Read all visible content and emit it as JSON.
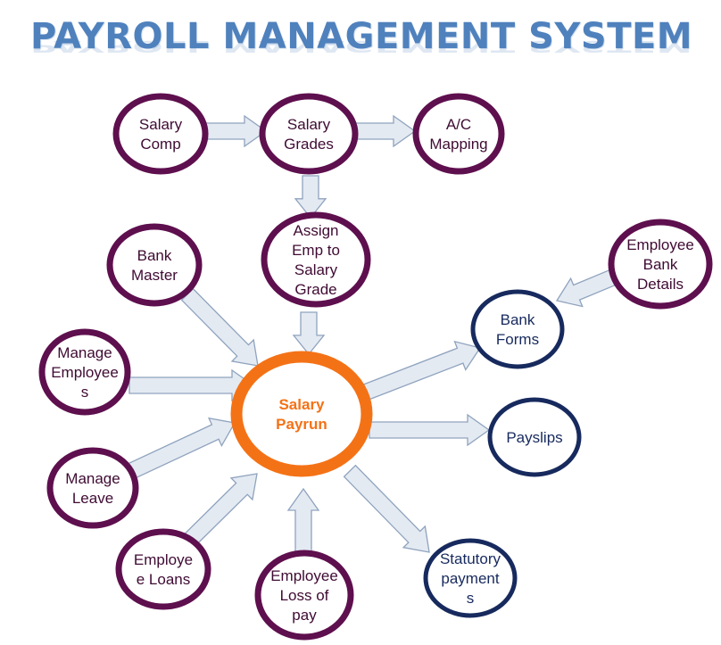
{
  "title": "PAYROLL MANAGEMENT SYSTEM",
  "colors": {
    "title": "#4F81BD",
    "input_ring": "#5E0F4E",
    "output_ring": "#172A5E",
    "center_ring": "#F47216",
    "center_text": "#F47216",
    "node_text": "#3F0B33",
    "output_text": "#172A5E",
    "arrow_fill": "#E4EAF2",
    "arrow_stroke": "#8FA3BE"
  },
  "nodes": [
    {
      "id": "salary-comp",
      "kind": "input",
      "lines": [
        "Salary",
        "Comp"
      ]
    },
    {
      "id": "salary-grades",
      "kind": "input",
      "lines": [
        "Salary",
        "Grades"
      ]
    },
    {
      "id": "ac-mapping",
      "kind": "input",
      "lines": [
        "A/C",
        "Mapping"
      ]
    },
    {
      "id": "assign-emp",
      "kind": "input",
      "lines": [
        "Assign",
        "Emp to",
        "Salary",
        "Grade"
      ]
    },
    {
      "id": "bank-master",
      "kind": "input",
      "lines": [
        "Bank",
        "Master"
      ]
    },
    {
      "id": "manage-employees",
      "kind": "input",
      "lines": [
        "Manage",
        "Employee",
        "s"
      ]
    },
    {
      "id": "manage-leave",
      "kind": "input",
      "lines": [
        "Manage",
        "Leave"
      ]
    },
    {
      "id": "employee-loans",
      "kind": "input",
      "lines": [
        "Employe",
        "e Loans"
      ]
    },
    {
      "id": "employee-loss-of-pay",
      "kind": "input",
      "lines": [
        "Employee",
        "Loss of",
        "pay"
      ]
    },
    {
      "id": "salary-payrun",
      "kind": "center",
      "lines": [
        "Salary",
        "Payrun"
      ]
    },
    {
      "id": "employee-bank-details",
      "kind": "input",
      "lines": [
        "Employee",
        "Bank",
        "Details"
      ]
    },
    {
      "id": "bank-forms",
      "kind": "output",
      "lines": [
        "Bank",
        "Forms"
      ]
    },
    {
      "id": "payslips",
      "kind": "output",
      "lines": [
        "Payslips"
      ]
    },
    {
      "id": "statutory-payments",
      "kind": "output",
      "lines": [
        "Statutory",
        "payment",
        "s"
      ]
    }
  ],
  "edges": [
    {
      "from": "salary-comp",
      "to": "salary-grades"
    },
    {
      "from": "salary-grades",
      "to": "ac-mapping"
    },
    {
      "from": "salary-grades",
      "to": "assign-emp"
    },
    {
      "from": "assign-emp",
      "to": "salary-payrun"
    },
    {
      "from": "bank-master",
      "to": "salary-payrun"
    },
    {
      "from": "manage-employees",
      "to": "salary-payrun"
    },
    {
      "from": "manage-leave",
      "to": "salary-payrun"
    },
    {
      "from": "employee-loans",
      "to": "salary-payrun"
    },
    {
      "from": "employee-loss-of-pay",
      "to": "salary-payrun"
    },
    {
      "from": "employee-bank-details",
      "to": "bank-forms"
    },
    {
      "from": "salary-payrun",
      "to": "bank-forms"
    },
    {
      "from": "salary-payrun",
      "to": "payslips"
    },
    {
      "from": "salary-payrun",
      "to": "statutory-payments"
    }
  ]
}
